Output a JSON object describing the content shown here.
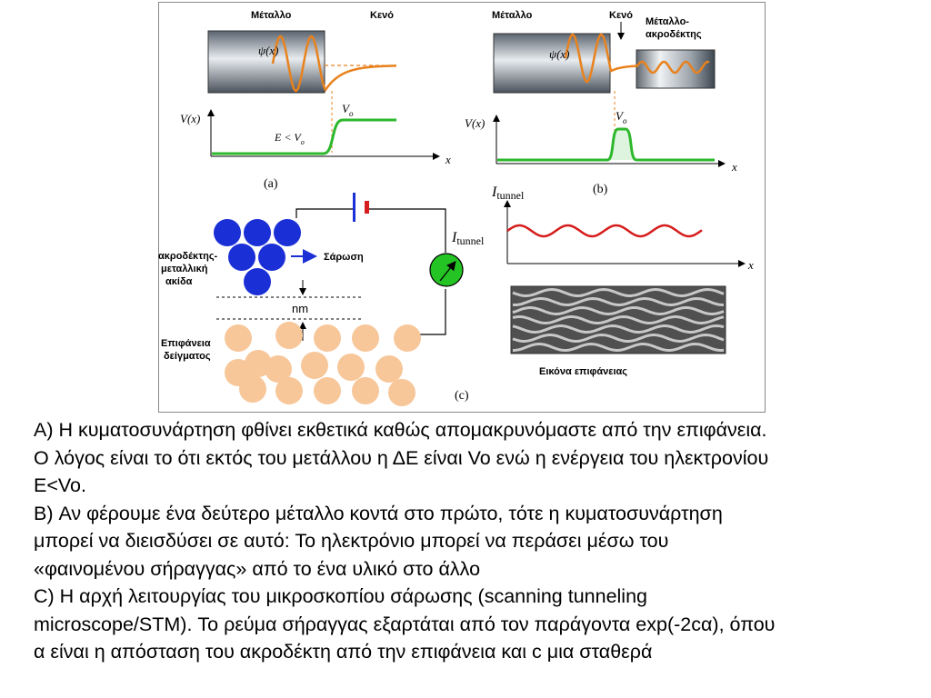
{
  "panel_a": {
    "metal": "Μέταλλο",
    "vacuum": "Κενό",
    "psi": "ψ(x)",
    "v_axis": "V(x)",
    "x_axis": "x",
    "v0": "V",
    "v0_sub": "o",
    "energy": "E < V",
    "energy_sub": "o",
    "tag": "(a)"
  },
  "panel_b": {
    "metal": "Μέταλλο",
    "vacuum": "Κενό",
    "probe_line1": "Μέταλλο-",
    "probe_line2": "ακροδέκτης",
    "psi": "ψ(x)",
    "v_axis": "V(x)",
    "x_axis": "x",
    "v0": "V",
    "v0_sub": "o",
    "tag": "(b)"
  },
  "panel_c": {
    "tip_line1": "ακροδέκτης-",
    "tip_line2": "μεταλλική",
    "tip_line3": "ακίδα",
    "scan": "Σάρωση",
    "nm": "nm",
    "surface_line1": "Επιφάνεια",
    "surface_line2": "δείγματος",
    "current": "I",
    "current_sub": "tunnel",
    "tag": "(c)"
  },
  "panel_d": {
    "current": "I",
    "current_sub": "tunnel",
    "x_axis": "x",
    "image_label": "Εικόνα επιφάνειας"
  },
  "colors": {
    "wave": "#e8821e",
    "potential": "#2db82d",
    "tip_atoms": "#1b2fd6",
    "sample_atoms": "#f7c79a",
    "tunnel_current": "#d61c1c",
    "meter": "#25c425"
  },
  "caption": {
    "line1": "A) Η κυματοσυνάρτηση φθίνει εκθετικά καθώς απομακρυνόμαστε από την επιφάνεια.",
    "line2": "O λόγος είναι το ότι εκτός του μετάλλου η ΔE είναι Vo ενώ η ενέργεια του ηλεκτρονίου",
    "line3": "E<Vo.",
    "line4": "B) Αν φέρουμε ένα δεύτερο μέταλλο κοντά στο πρώτο, τότε η κυματοσυνάρτηση",
    "line5": "μπορεί να διεισδύσει σε αυτό: Το ηλεκτρόνιο μπορεί να περάσει μέσω του",
    "line6": "«φαινομένου σήραγγας» από το ένα υλικό στο άλλο",
    "line7": "C) Η αρχή λειτουργίας του μικροσκοπίου σάρωσης (scanning tunneling",
    "line8": "microscope/STM). Το ρεύμα σήραγγας εξαρτάται από τον παράγοντα exp(-2cα), όπου",
    "line9": "α είναι η απόσταση του ακροδέκτη από την επιφάνεια και c μια σταθερά"
  }
}
